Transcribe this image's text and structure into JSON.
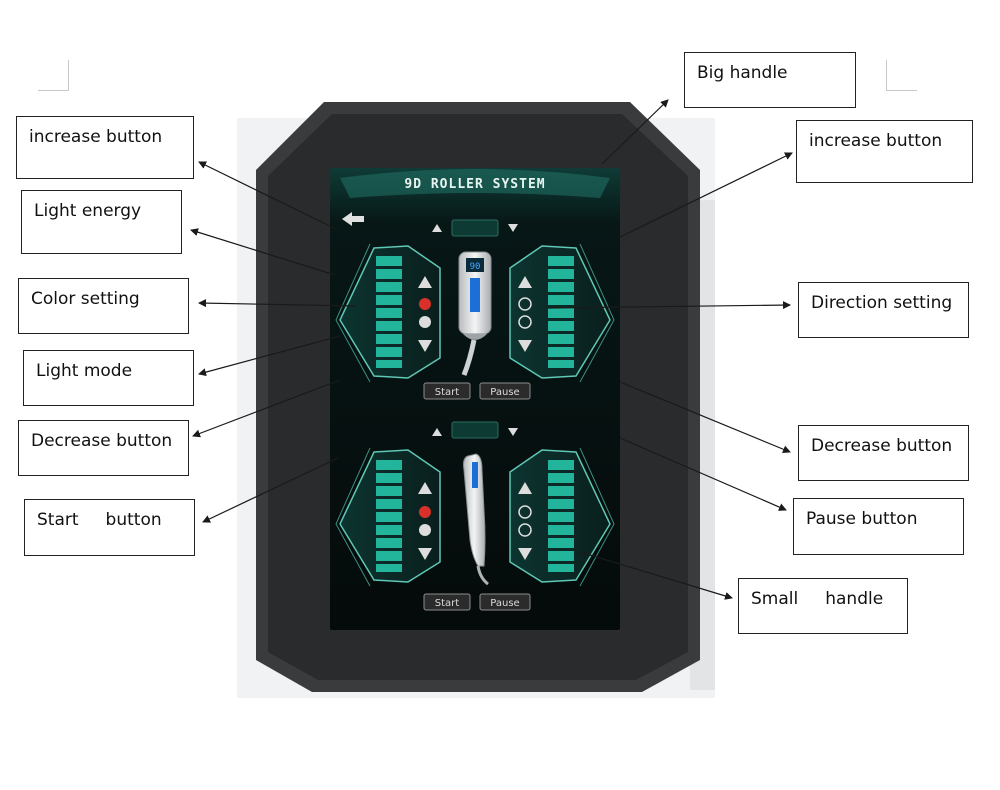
{
  "screen": {
    "title": "9D ROLLER SYSTEM",
    "start_label": "Start",
    "pause_label": "Pause",
    "big_handle_display": "90",
    "accent_color": "#29b79a",
    "bar_color": "#21b59a"
  },
  "callouts": {
    "big_handle": "Big handle",
    "increase_left": "increase button",
    "increase_right": "increase button",
    "light_energy": "Light energy",
    "color_setting": "Color setting",
    "direction_setting": "Direction setting",
    "light_mode": "Light mode",
    "decrease_left": "Decrease button",
    "decrease_right": "Decrease button",
    "start_button": "Start     button",
    "pause_button": "Pause button",
    "small_handle": "Small     handle"
  }
}
